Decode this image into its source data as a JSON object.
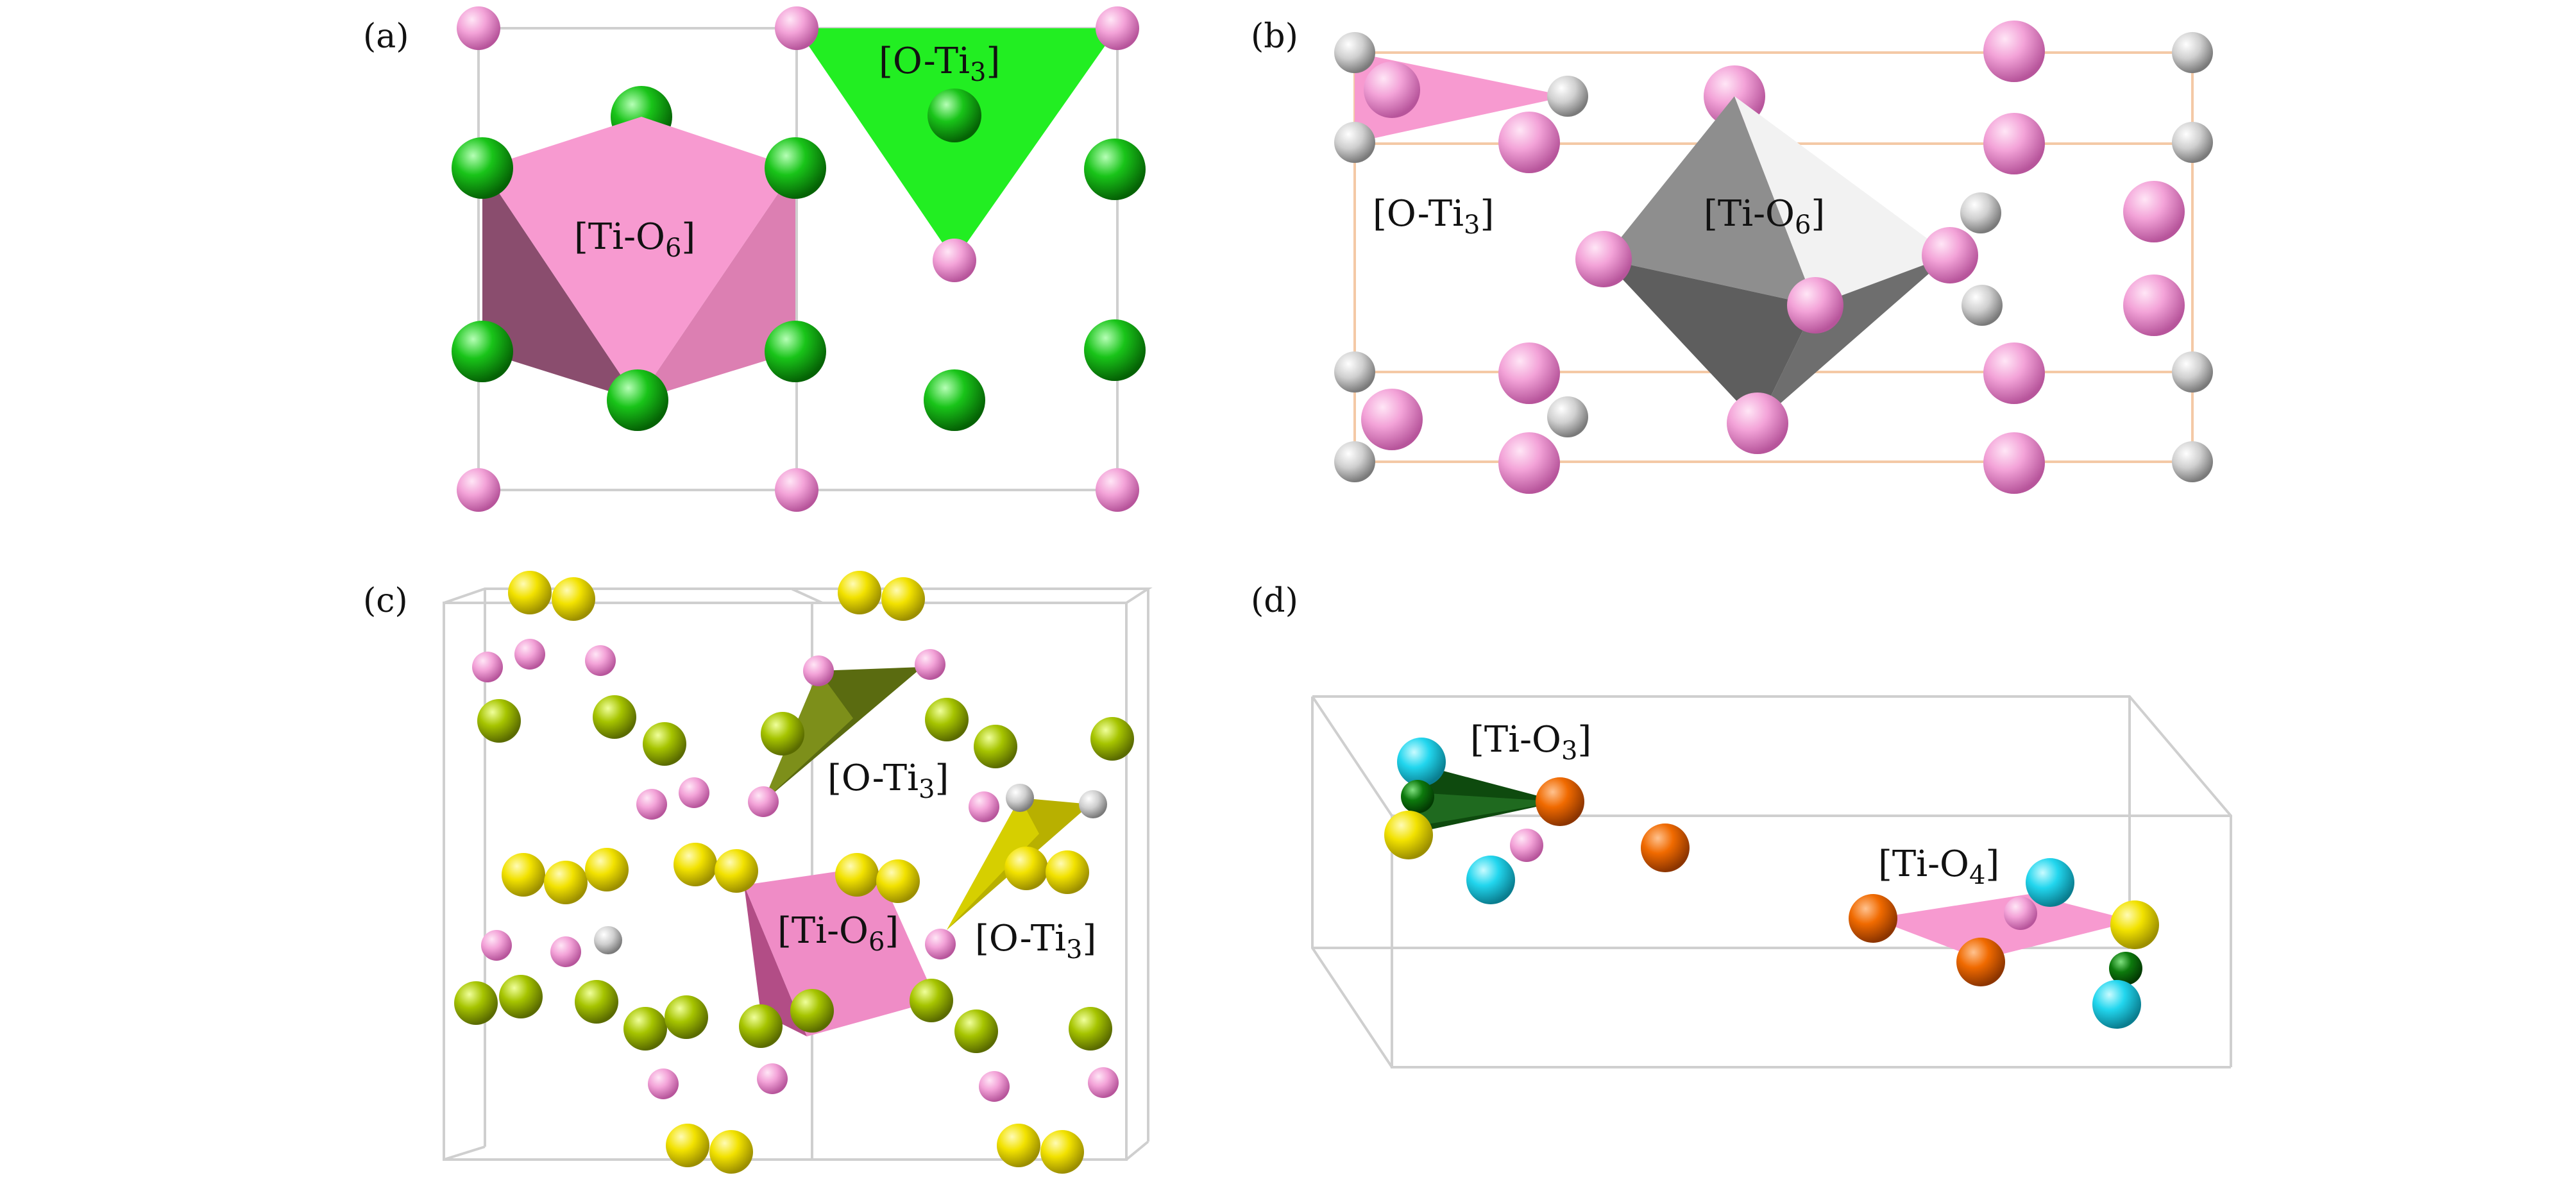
{
  "panels": [
    {
      "id": "a",
      "label": "(a)",
      "polyhedra": [
        {
          "main": "[Ti-O",
          "sub": "6",
          "end": "]",
          "color": "#f79ad0"
        },
        {
          "main": "[O-Ti",
          "sub": "3",
          "end": "]",
          "color": "#22ee22"
        }
      ]
    },
    {
      "id": "b",
      "label": "(b)",
      "polyhedra": [
        {
          "main": "[O-Ti",
          "sub": "3",
          "end": "]",
          "color": "#f79ad0"
        },
        {
          "main": "[Ti-O",
          "sub": "6",
          "end": "]",
          "color": "#8e8e8e"
        }
      ]
    },
    {
      "id": "c",
      "label": "(c)",
      "polyhedra": [
        {
          "main": "[O-Ti",
          "sub": "3",
          "end": "]",
          "color": "#5a6b10"
        },
        {
          "main": "[O-Ti",
          "sub": "3",
          "end": "]",
          "color": "#b8b000"
        },
        {
          "main": "[Ti-O",
          "sub": "6",
          "end": "]",
          "color": "#ef8cc6"
        }
      ]
    },
    {
      "id": "d",
      "label": "(d)",
      "polyhedra": [
        {
          "main": "[Ti-O",
          "sub": "3",
          "end": "]",
          "color": "#0e4a0e"
        },
        {
          "main": "[Ti-O",
          "sub": "4",
          "end": "]",
          "color": "#f79ad0"
        }
      ]
    }
  ],
  "atom_colors": {
    "pink": "#f3a3d8",
    "green": "#19c419",
    "gray": "#bdbdbd",
    "yellow": "#f2e200",
    "yellow_green": "#a6c400",
    "cyan": "#22d6ee",
    "orange": "#f06a00",
    "dark_green": "#0d7a0d"
  }
}
